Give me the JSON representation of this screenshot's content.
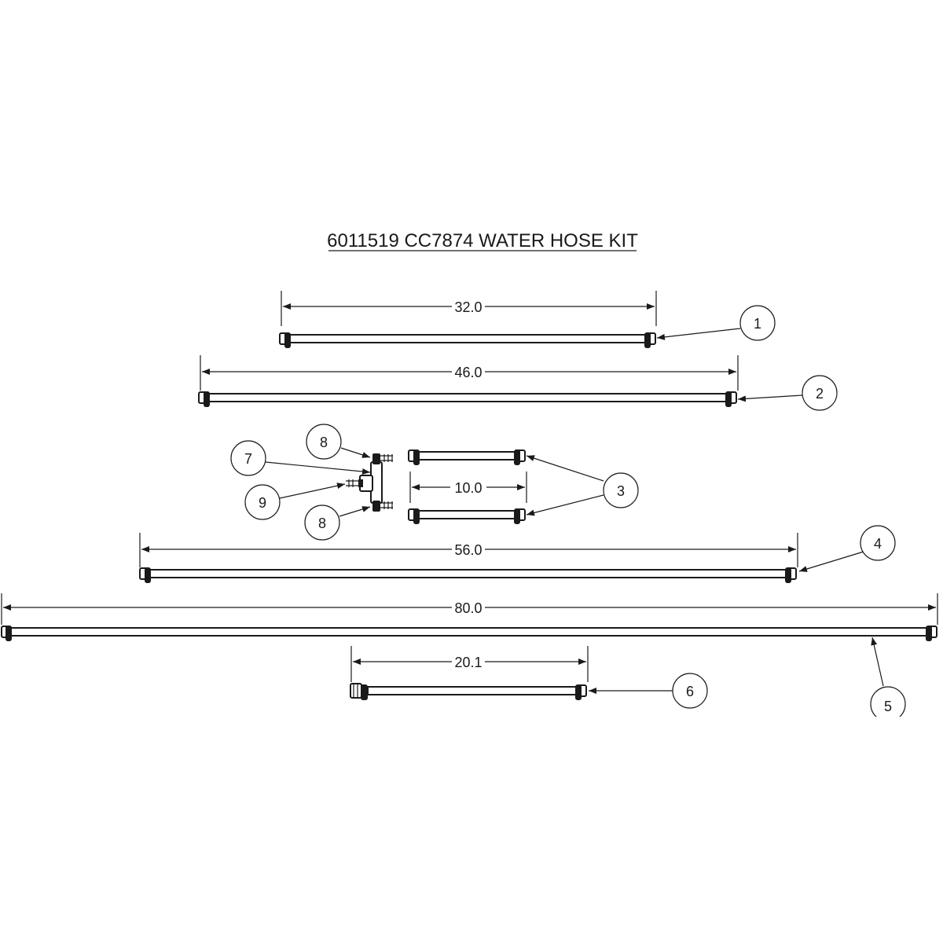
{
  "title": "6011519  CC7874 WATER HOSE KIT",
  "dimensions": {
    "d1": "32.0",
    "d2": "46.0",
    "d3": "10.0",
    "d4": "56.0",
    "d5": "80.0",
    "d6": "20.1"
  },
  "callouts": {
    "c1": "1",
    "c2": "2",
    "c3": "3",
    "c4": "4",
    "c5": "5",
    "c6": "6",
    "c7": "7",
    "c8a": "8",
    "c8b": "8",
    "c9": "9"
  },
  "colors": {
    "ink": "#1a1a1a",
    "background": "#ffffff"
  }
}
